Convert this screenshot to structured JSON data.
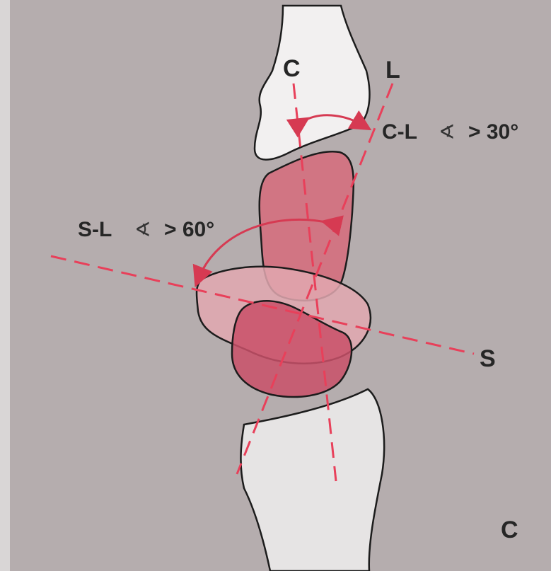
{
  "labels": {
    "capitate_axis": "C",
    "lunate_axis": "L",
    "scaphoid_axis": "S",
    "panel": "C"
  },
  "annotations": {
    "cl_prefix": "C-L",
    "cl_symbol": "∢",
    "cl_value": "> 30°",
    "sl_prefix": "S-L",
    "sl_symbol": "∢",
    "sl_value": "> 60°"
  },
  "colors": {
    "background": "#b5adae",
    "bone_light": "#f2f0f0",
    "bone_radius": "#e6e4e4",
    "lunate_fill": "#d4707f",
    "scaphoid_fill": "#e2a8b0",
    "triquetrum_fill": "#c95068",
    "axis_line": "#e8405a",
    "arrow": "#d63a52",
    "outline": "#1c1c1c"
  }
}
